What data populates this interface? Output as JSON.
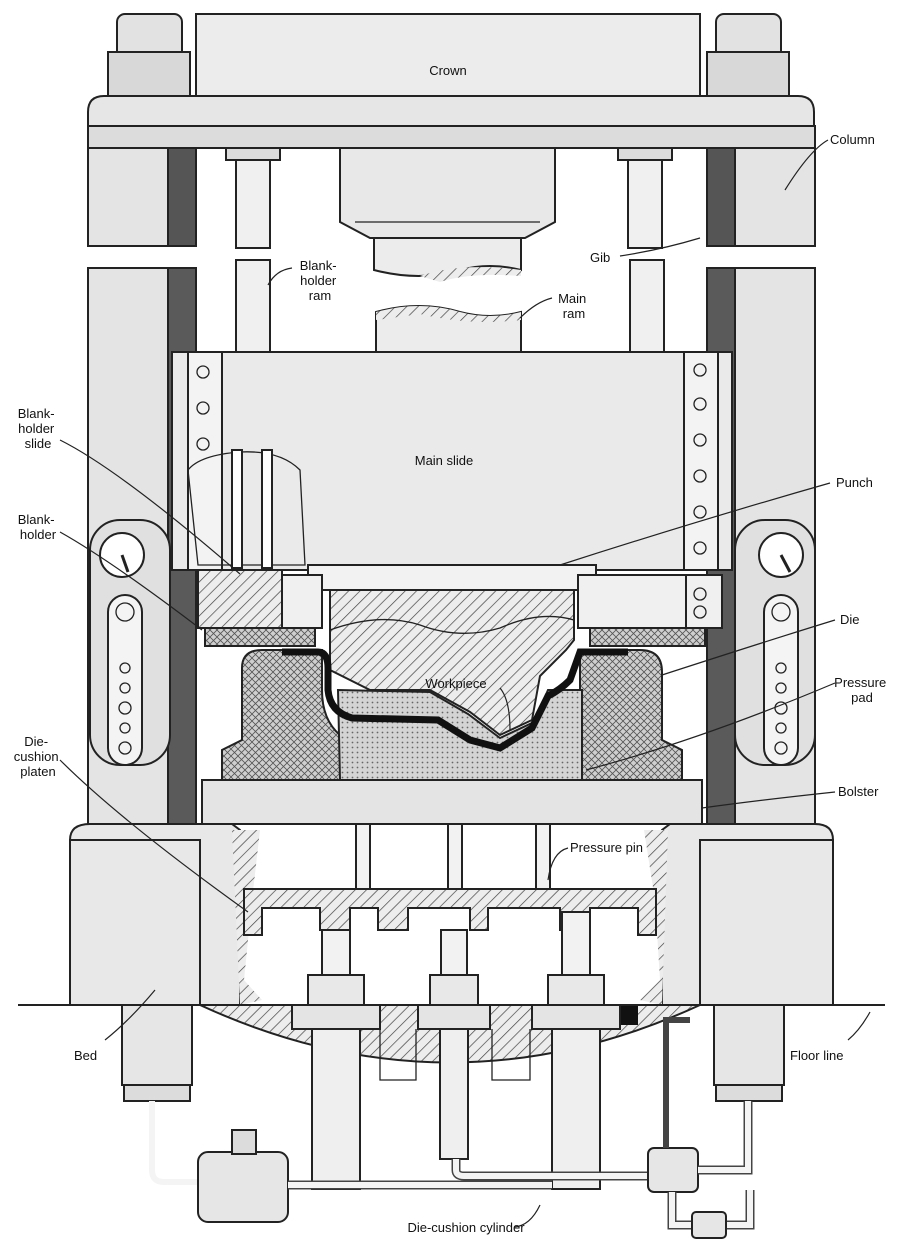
{
  "labels": {
    "crown": "Crown",
    "column": "Column",
    "gib": "Gib",
    "blankholder_ram": [
      "Blank-",
      "holder",
      "ram"
    ],
    "main_ram": [
      "Main",
      "ram"
    ],
    "blankholder_slide": [
      "Blank-",
      "holder",
      "slide"
    ],
    "blankholder": [
      "Blank-",
      "holder"
    ],
    "main_slide": "Main slide",
    "punch": "Punch",
    "die": "Die",
    "workpiece": "Workpiece",
    "pressure_pad": [
      "Pressure",
      "pad"
    ],
    "die_cushion_platen": [
      "Die-",
      "cushion",
      "platen"
    ],
    "bolster": "Bolster",
    "pressure_pin": "Pressure pin",
    "bed": "Bed",
    "floor_line": "Floor line",
    "die_cushion_cylinder": "Die-cushion  cylinder"
  },
  "colors": {
    "ink": "#222222",
    "light": "#e8e8e8",
    "mid": "#cfcfcf",
    "dark": "#555555",
    "workpiece": "#111111"
  }
}
